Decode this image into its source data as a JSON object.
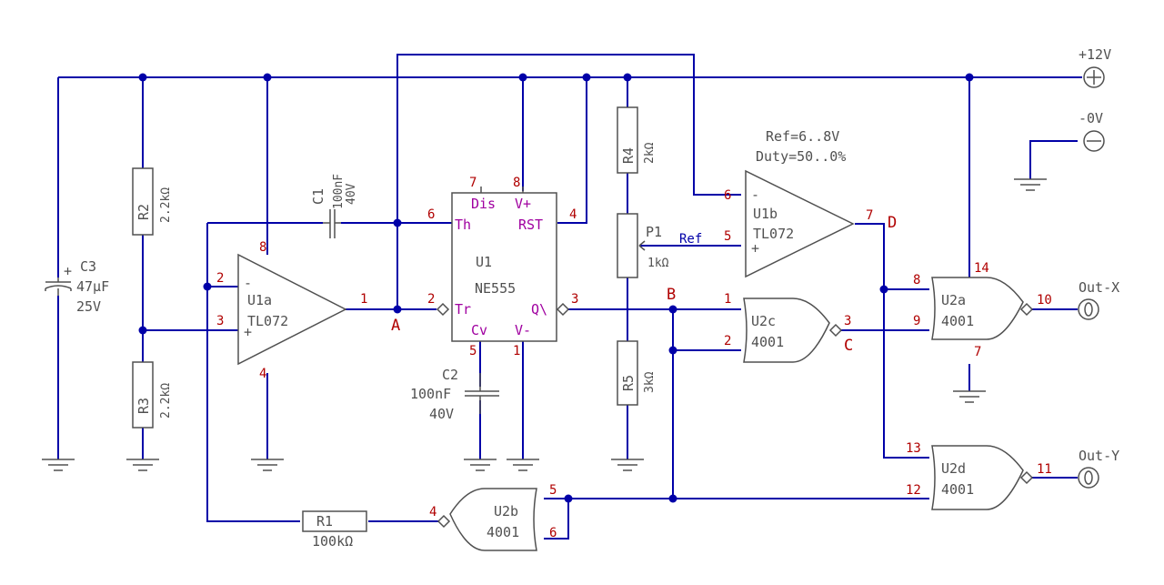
{
  "power": {
    "vcc": "+12V",
    "gnd": "-0V"
  },
  "annotation": {
    "ref_range": "Ref=6..8V",
    "duty_range": "Duty=50..0%"
  },
  "nodes": {
    "a": "A",
    "b": "B",
    "c": "C",
    "d": "D"
  },
  "net_label_ref": "Ref",
  "components": {
    "r1": {
      "name": "R1",
      "value": "100kΩ"
    },
    "r2": {
      "name": "R2",
      "value": "2.2kΩ"
    },
    "r3": {
      "name": "R3",
      "value": "2.2kΩ"
    },
    "r4": {
      "name": "R4",
      "value": "2kΩ"
    },
    "r5": {
      "name": "R5",
      "value": "3kΩ"
    },
    "p1": {
      "name": "P1",
      "value": "1kΩ"
    },
    "c1": {
      "name": "C1",
      "value": "100nF",
      "voltage": "40V"
    },
    "c2": {
      "name": "C2",
      "value": "100nF",
      "voltage": "40V"
    },
    "c3": {
      "name": "C3",
      "value": "47µF",
      "voltage": "25V"
    },
    "u1a": {
      "name": "U1a",
      "part": "TL072",
      "pins": {
        "inv": "2",
        "noninv": "3",
        "out": "1",
        "vcc": "8",
        "gnd": "4"
      }
    },
    "u1b": {
      "name": "U1b",
      "part": "TL072",
      "pins": {
        "inv": "6",
        "noninv": "5",
        "out": "7"
      }
    },
    "u1": {
      "name": "U1",
      "part": "NE555",
      "pin_names": {
        "dis": "Dis",
        "vcc": "V+",
        "th": "Th",
        "rst": "RST",
        "tr": "Tr",
        "q": "Q\\",
        "cv": "Cv",
        "gnd": "V-"
      },
      "pins": {
        "dis": "7",
        "vcc": "8",
        "th": "6",
        "rst": "4",
        "tr": "2",
        "q": "3",
        "cv": "5",
        "gnd": "1"
      }
    },
    "u2a": {
      "name": "U2a",
      "part": "4001",
      "pins": {
        "in1": "8",
        "in2": "9",
        "out": "10",
        "vdd": "14",
        "vss": "7"
      }
    },
    "u2b": {
      "name": "U2b",
      "part": "4001",
      "pins": {
        "in1": "5",
        "in2": "6",
        "out": "4"
      }
    },
    "u2c": {
      "name": "U2c",
      "part": "4001",
      "pins": {
        "in1": "1",
        "in2": "2",
        "out": "3"
      }
    },
    "u2d": {
      "name": "U2d",
      "part": "4001",
      "pins": {
        "in1": "13",
        "in2": "12",
        "out": "11"
      }
    }
  },
  "outputs": {
    "x": "Out-X",
    "y": "Out-Y"
  }
}
